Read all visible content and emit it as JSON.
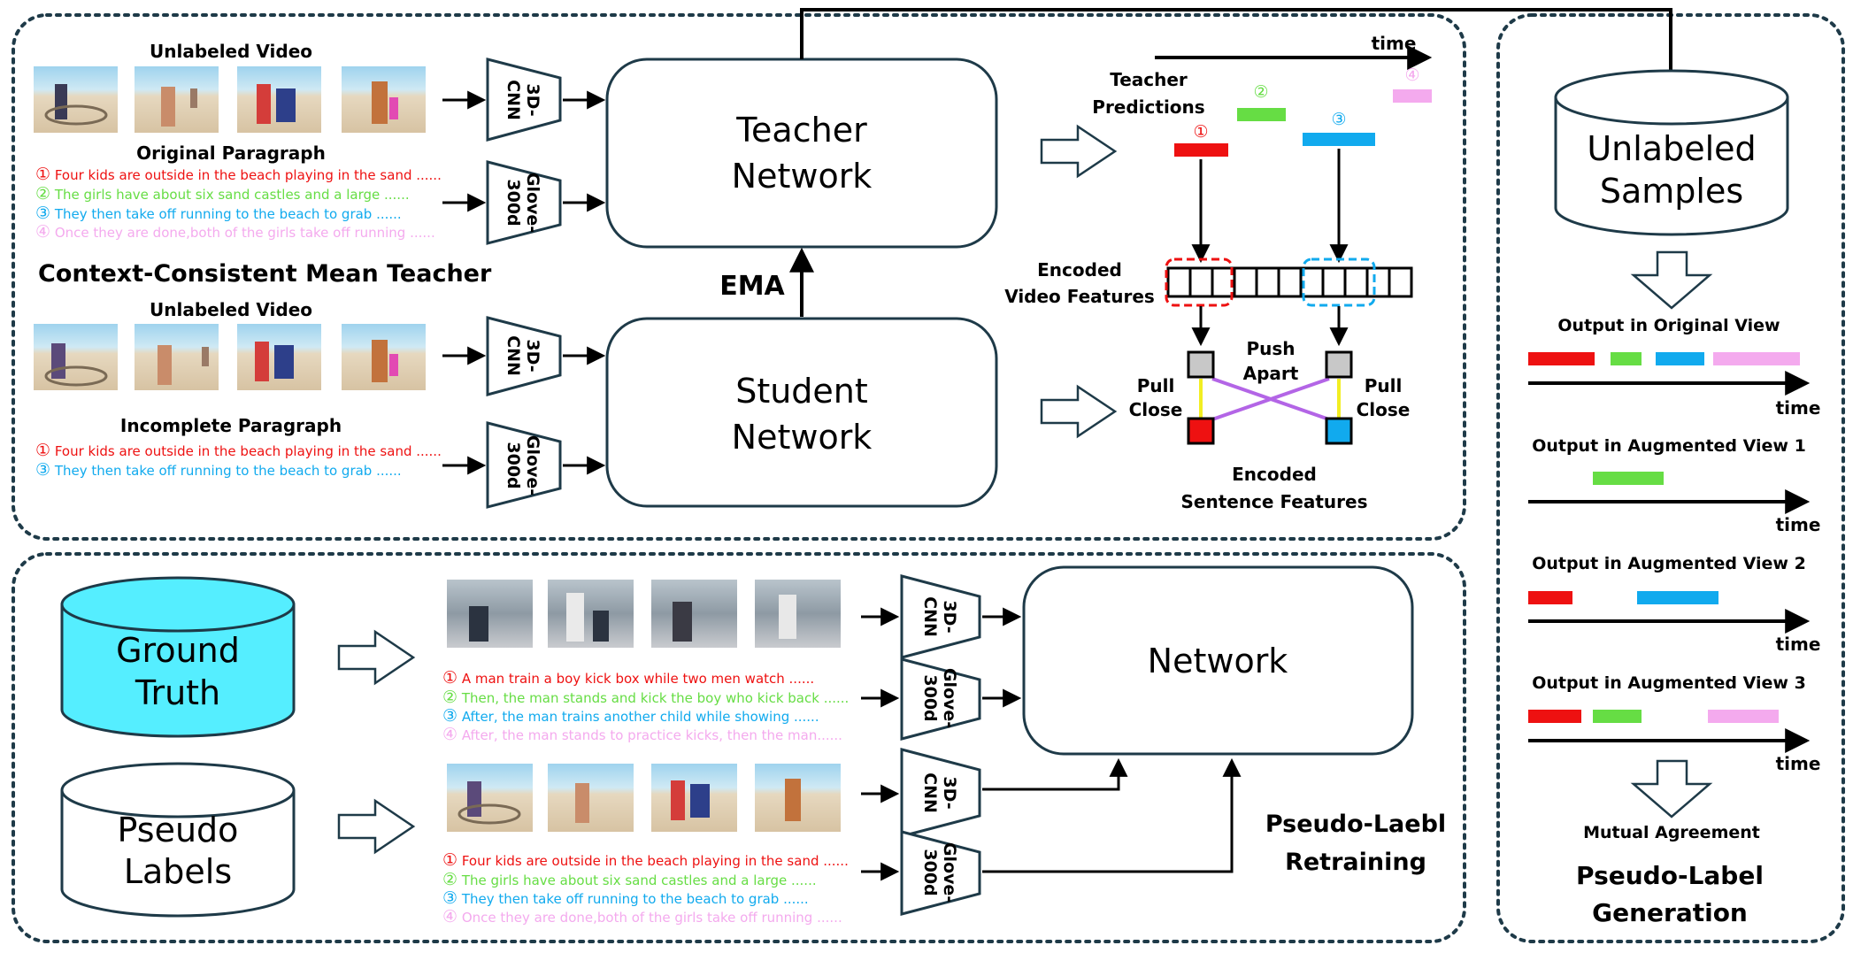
{
  "colors": {
    "red": "#ee1111",
    "green": "#66dd44",
    "blue": "#11aaee",
    "pink": "#f4aaee",
    "cyan": "#55eeff",
    "border": "#1e3a48"
  },
  "top": {
    "video_title_1": "Unlabeled Video",
    "orig_para_title": "Original Paragraph",
    "orig_sentences": [
      {
        "num": "①",
        "text": "Four kids are outside in the beach playing in the sand ......"
      },
      {
        "num": "②",
        "text": "The girls have about six sand castles and a large ......"
      },
      {
        "num": "③",
        "text": "They then take off running to the beach to grab ......"
      },
      {
        "num": "④",
        "text": "Once they are done,both of the girls take off running ......"
      }
    ],
    "section_title": "Context-Consistent Mean Teacher",
    "video_title_2": "Unlabeled Video",
    "inc_para_title": "Incomplete Paragraph",
    "inc_sentences": [
      {
        "num": "①",
        "text": "Four kids are outside in the beach playing in the sand ......"
      },
      {
        "num": "③",
        "text": "They then take off running to the beach to grab ......"
      }
    ],
    "cnn_l1": "3D-",
    "cnn_l2": "CNN",
    "glove_l1": "Glove-",
    "glove_l2": "300d",
    "teacher_l1": "Teacher",
    "teacher_l2": "Network",
    "student_l1": "Student",
    "student_l2": "Network",
    "ema": "EMA",
    "time": "time",
    "teacher_pred_l1": "Teacher",
    "teacher_pred_l2": "Predictions",
    "pred_nums": [
      "①",
      "②",
      "③",
      "④"
    ],
    "enc_video_l1": "Encoded",
    "enc_video_l2": "Video Features",
    "push_l1": "Push",
    "push_l2": "Apart",
    "pull_l1": "Pull",
    "pull_l2": "Close",
    "enc_sent_l1": "Encoded",
    "enc_sent_l2": "Sentence Features"
  },
  "bottom": {
    "gt_l1": "Ground",
    "gt_l2": "Truth",
    "pl_l1": "Pseudo",
    "pl_l2": "Labels",
    "gt_sentences": [
      {
        "num": "①",
        "text": "A man train a boy kick box while two men watch ......"
      },
      {
        "num": "②",
        "text": "Then, the man stands and kick the boy who kick back ......"
      },
      {
        "num": "③",
        "text": "After, the man trains another child while showing ......"
      },
      {
        "num": "④",
        "text": "After, the man stands to practice kicks, then the man......"
      }
    ],
    "pl_sentences": [
      {
        "num": "①",
        "text": "Four kids are outside in the beach playing in the sand ......"
      },
      {
        "num": "②",
        "text": "The girls have about six sand castles and a large ......"
      },
      {
        "num": "③",
        "text": "They then take off running to the beach to grab ......"
      },
      {
        "num": "④",
        "text": "Once they are done,both of the girls take off running ......"
      }
    ],
    "network": "Network",
    "retrain_l1": "Pseudo-Laebl",
    "retrain_l2": "Retraining"
  },
  "right": {
    "samples_l1": "Unlabeled",
    "samples_l2": "Samples",
    "views": [
      {
        "title": "Output in Original View",
        "time": "time"
      },
      {
        "title": "Output in Augmented View 1",
        "time": "time"
      },
      {
        "title": "Output in Augmented View 2",
        "time": "time"
      },
      {
        "title": "Output in Augmented View 3",
        "time": "time"
      }
    ],
    "mutual": "Mutual Agreement",
    "gen_l1": "Pseudo-Label",
    "gen_l2": "Generation"
  }
}
